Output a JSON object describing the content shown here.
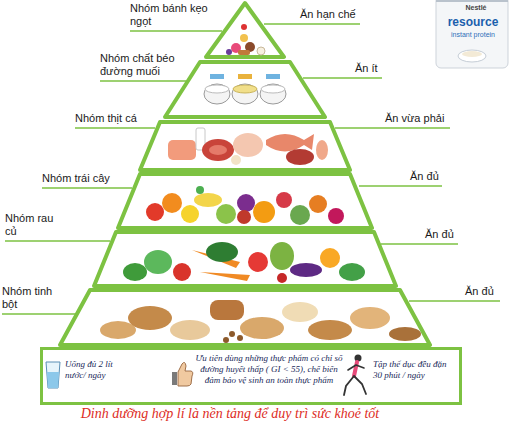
{
  "diagram": {
    "caption": "Dinh dưỡng hợp lí là nền tảng để duy trì sức khoẻ tốt",
    "nodes": [
      {
        "text": [
          "Uống đủ 2 lít nước/ ngày",
          "Ưu tiên dùng những thực phẩm có chỉ số đường huyết thấp ( GI < 55), chế biến đảm bảo vệ sinh an toàn thực phẩm",
          "Tập thể dục đều đặn 30 phút / ngày"
        ]
      }
    ],
    "labels": [
      "Nhóm bánh kẹo ngọt",
      "Nhóm chất béo đường muối",
      "Nhóm thịt cá",
      "Nhóm trái cây",
      "Nhóm rau củ",
      "Nhóm tinh bột",
      "Ăn hạn chế",
      "Ăn ít",
      "Ăn vừa phải",
      "Ăn đủ",
      "Ăn đủ",
      "Ăn đủ",
      "Nestlé",
      "resource",
      "instant protein"
    ]
  }
}
